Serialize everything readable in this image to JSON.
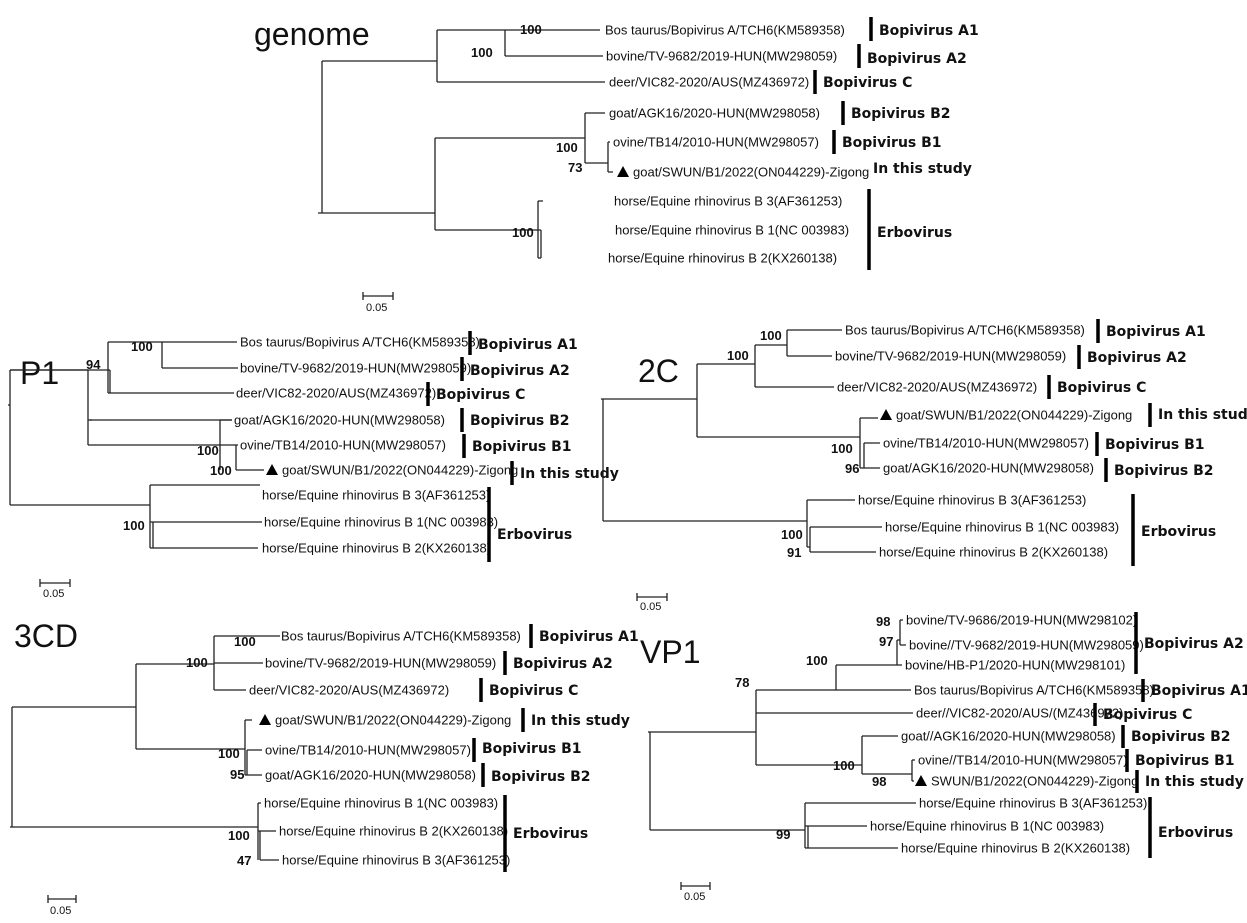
{
  "trees": [
    {
      "title": "genome",
      "scale_label": "0.05",
      "bootstraps": [
        "100",
        "100",
        "100",
        "73",
        "100"
      ],
      "leaves": [
        "Bos taurus/Bopivirus A/TCH6(KM589358)",
        "bovine/TV-9682/2019-HUN(MW298059)",
        "deer/VIC82-2020/AUS(MZ436972)",
        "goat/AGK16/2020-HUN(MW298058)",
        "ovine/TB14/2010-HUN(MW298057)",
        "goat/SWUN/B1/2022(ON044229)-Zigong",
        "horse/Equine rhinovirus B 3(AF361253)",
        "horse/Equine rhinovirus B 1(NC 003983)",
        "horse/Equine rhinovirus B 2(KX260138)"
      ],
      "groups": [
        "Bopivirus A1",
        "Bopivirus A2",
        "Bopivirus C",
        "Bopivirus B2",
        "Bopivirus B1",
        "In this study",
        "Erbovirus"
      ]
    },
    {
      "title": "P1",
      "scale_label": "0.05",
      "bootstraps": [
        "100",
        "94",
        "100",
        "100",
        "100"
      ],
      "leaves": [
        "Bos taurus/Bopivirus A/TCH6(KM589358)",
        "bovine/TV-9682/2019-HUN(MW298059)",
        "deer/VIC82-2020/AUS(MZ436972)",
        "goat/AGK16/2020-HUN(MW298058)",
        "ovine/TB14/2010-HUN(MW298057)",
        "goat/SWUN/B1/2022(ON044229)-Zigong",
        "horse/Equine rhinovirus B 3(AF361253)",
        "horse/Equine rhinovirus B 1(NC 003983)",
        "horse/Equine rhinovirus B 2(KX260138)"
      ],
      "groups": [
        "Bopivirus A1",
        "Bopivirus A2",
        "Bopivirus C",
        "Bopivirus B2",
        "Bopivirus B1",
        "In this study",
        "Erbovirus"
      ]
    },
    {
      "title": "2C",
      "scale_label": "0.05",
      "bootstraps": [
        "100",
        "100",
        "100",
        "96",
        "100",
        "91"
      ],
      "leaves": [
        "Bos taurus/Bopivirus A/TCH6(KM589358)",
        "bovine/TV-9682/2019-HUN(MW298059)",
        "deer/VIC82-2020/AUS(MZ436972)",
        "goat/SWUN/B1/2022(ON044229)-Zigong",
        "ovine/TB14/2010-HUN(MW298057)",
        "goat/AGK16/2020-HUN(MW298058)",
        "horse/Equine rhinovirus B 3(AF361253)",
        "horse/Equine rhinovirus B 1(NC 003983)",
        "horse/Equine rhinovirus B 2(KX260138)"
      ],
      "groups": [
        "Bopivirus A1",
        "Bopivirus A2",
        "Bopivirus C",
        "In this study",
        "Bopivirus B1",
        "Bopivirus B2",
        "Erbovirus"
      ]
    },
    {
      "title": "3CD",
      "scale_label": "0.05",
      "bootstraps": [
        "100",
        "100",
        "100",
        "95",
        "100",
        "47"
      ],
      "leaves": [
        "Bos taurus/Bopivirus A/TCH6(KM589358)",
        "bovine/TV-9682/2019-HUN(MW298059)",
        "deer/VIC82-2020/AUS(MZ436972)",
        "goat/SWUN/B1/2022(ON044229)-Zigong",
        "ovine/TB14/2010-HUN(MW298057)",
        "goat/AGK16/2020-HUN(MW298058)",
        "horse/Equine rhinovirus B 1(NC 003983)",
        "horse/Equine rhinovirus B 2(KX260138)",
        "horse/Equine rhinovirus B 3(AF361253)"
      ],
      "groups": [
        "Bopivirus A1",
        "Bopivirus A2",
        "Bopivirus C",
        "In this study",
        "Bopivirus B1",
        "Bopivirus B2",
        "Erbovirus"
      ]
    },
    {
      "title": "VP1",
      "scale_label": "0.05",
      "bootstraps": [
        "98",
        "97",
        "100",
        "78",
        "100",
        "98",
        "99"
      ],
      "leaves": [
        "bovine/TV-9686/2019-HUN(MW298102)",
        "bovine//TV-9682/2019-HUN(MW298059)",
        "bovine/HB-P1/2020-HUN(MW298101)",
        "Bos taurus/Bopivirus A/TCH6(KM589358)",
        "deer//VIC82-2020/AUS/(MZ436972)",
        "goat//AGK16/2020-HUN(MW298058)",
        "ovine//TB14/2010-HUN(MW298057)",
        "SWUN/B1/2022(ON044229)-Zigong",
        "horse/Equine rhinovirus B 3(AF361253)",
        "horse/Equine rhinovirus B 1(NC 003983)",
        "horse/Equine rhinovirus B 2(KX260138)"
      ],
      "groups": [
        "Bopivirus A2",
        "Bopivirus A1",
        "Bopivirus C",
        "Bopivirus B2",
        "Bopivirus B1",
        "In this study",
        "Erbovirus"
      ]
    }
  ]
}
